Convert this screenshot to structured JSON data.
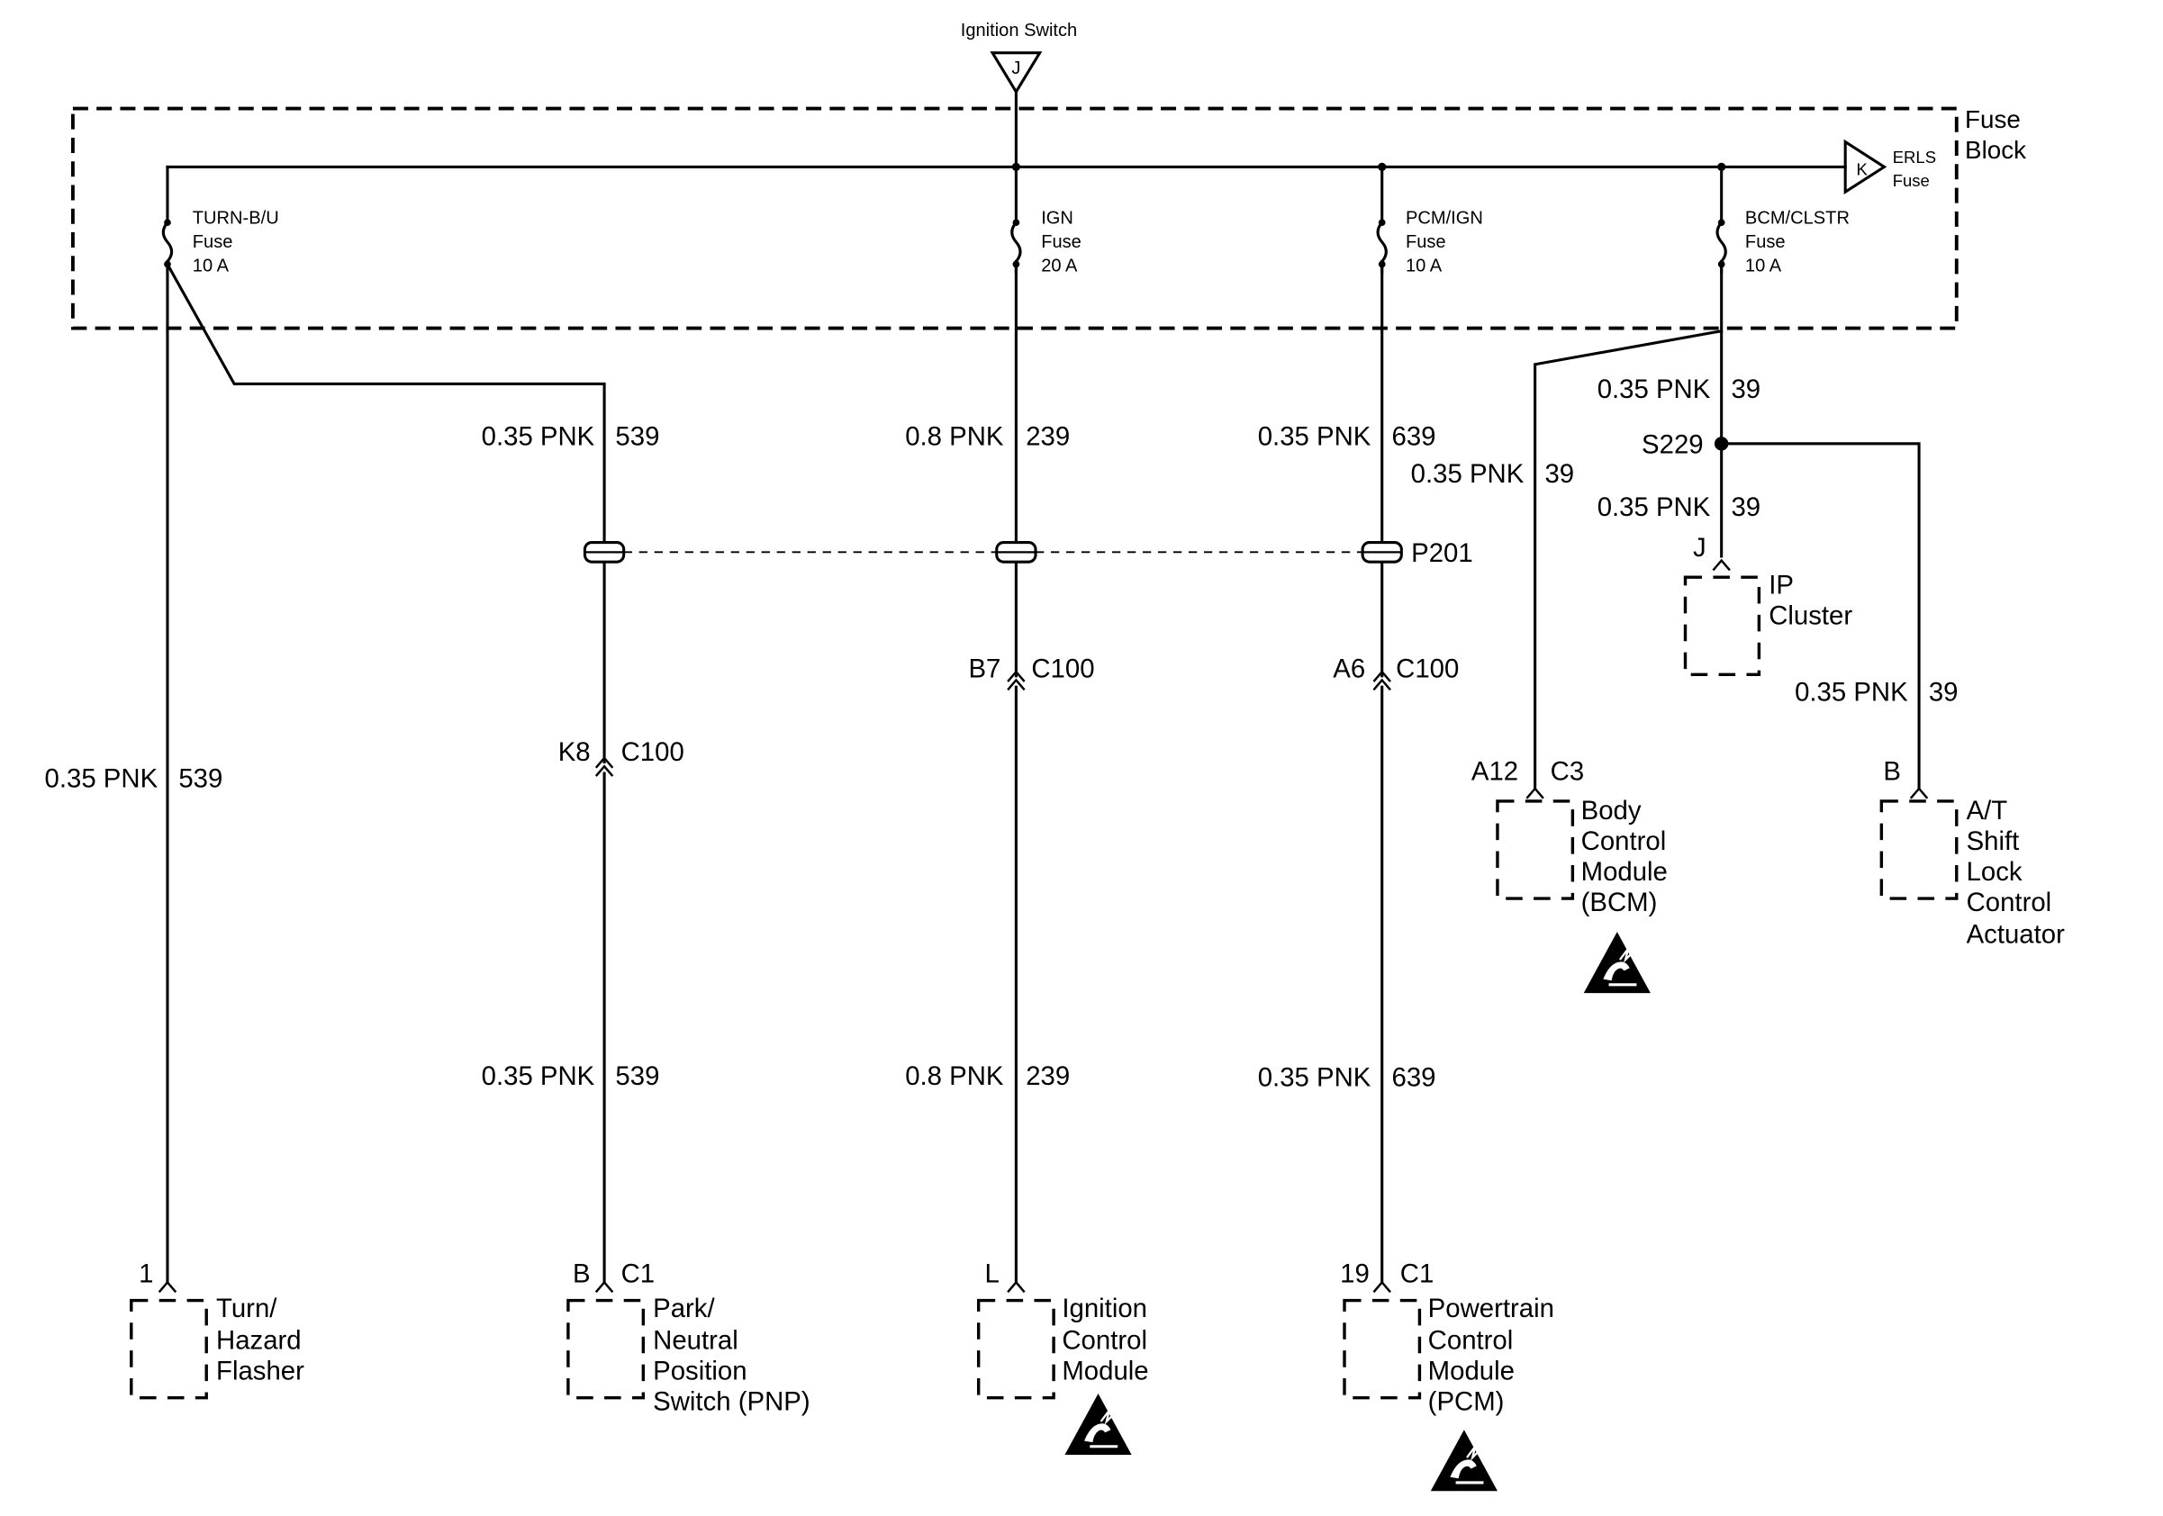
{
  "source": {
    "label": "Ignition Switch",
    "connector": "J"
  },
  "fuse_block": {
    "label_line1": "Fuse",
    "label_line2": "Block"
  },
  "erls": {
    "connector": "K",
    "label_line1": "ERLS",
    "label_line2": "Fuse"
  },
  "fuses": [
    {
      "name": "TURN-B/U",
      "word": "Fuse",
      "rating": "10 A"
    },
    {
      "name": "IGN",
      "word": "Fuse",
      "rating": "20 A"
    },
    {
      "name": "PCM/IGN",
      "word": "Fuse",
      "rating": "10 A"
    },
    {
      "name": "BCM/CLSTR",
      "word": "Fuse",
      "rating": "10 A"
    }
  ],
  "wires": {
    "w539_a": {
      "gauge": "0.35 PNK",
      "circuit": "539"
    },
    "w539_upper": {
      "gauge": "0.35 PNK",
      "circuit": "539"
    },
    "w539_lower": {
      "gauge": "0.35 PNK",
      "circuit": "539"
    },
    "w239_upper": {
      "gauge": "0.8 PNK",
      "circuit": "239"
    },
    "w239_lower": {
      "gauge": "0.8 PNK",
      "circuit": "239"
    },
    "w639_upper": {
      "gauge": "0.35 PNK",
      "circuit": "639"
    },
    "w639_lower": {
      "gauge": "0.35 PNK",
      "circuit": "639"
    },
    "w39_top": {
      "gauge": "0.35 PNK",
      "circuit": "39"
    },
    "w39_bcm": {
      "gauge": "0.35 PNK",
      "circuit": "39"
    },
    "w39_ip": {
      "gauge": "0.35 PNK",
      "circuit": "39"
    },
    "w39_at": {
      "gauge": "0.35 PNK",
      "circuit": "39"
    }
  },
  "splice": {
    "label": "S229"
  },
  "passthrough": {
    "label": "P201"
  },
  "connectors": {
    "k8": {
      "pin": "K8",
      "conn": "C100"
    },
    "b7": {
      "pin": "B7",
      "conn": "C100"
    },
    "a6": {
      "pin": "A6",
      "conn": "C100"
    },
    "a12": {
      "pin": "A12",
      "conn": "C3"
    },
    "ip_j": {
      "pin": "J"
    },
    "at_b": {
      "pin": "B"
    },
    "flasher_pin": {
      "pin": "1"
    },
    "pnp_pin": {
      "pin": "B",
      "conn": "C1"
    },
    "icm_pin": {
      "pin": "L"
    },
    "pcm_pin": {
      "pin": "19",
      "conn": "C1"
    }
  },
  "components": {
    "flasher": [
      "Turn/",
      "Hazard",
      "Flasher"
    ],
    "pnp": [
      "Park/",
      "Neutral",
      "Position",
      "Switch (PNP)"
    ],
    "icm": [
      "Ignition",
      "Control",
      "Module"
    ],
    "pcm": [
      "Powertrain",
      "Control",
      "Module",
      "(PCM)"
    ],
    "bcm": [
      "Body",
      "Control",
      "Module",
      "(BCM)"
    ],
    "ip": [
      "IP",
      "Cluster"
    ],
    "at": [
      "A/T",
      "Shift",
      "Lock",
      "Control",
      "Actuator"
    ]
  },
  "icons": [
    "esd-warning-icon"
  ]
}
